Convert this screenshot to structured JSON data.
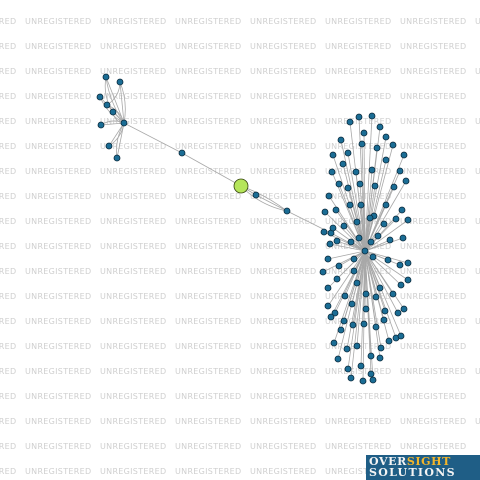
{
  "watermark": {
    "text": "UNREGISTERED",
    "color": "#cfcfcf"
  },
  "graph": {
    "edge_color": "#a8a8a8",
    "node_color": "#1b6d95",
    "node_stroke": "#0b2a3c",
    "highlight_color": "#b5e55a",
    "highlight_stroke": "#34420f"
  },
  "logo": {
    "line1": [
      {
        "text": "OVER",
        "color": "#f4f4f4"
      },
      {
        "text": "SIGHT",
        "color": "#f3b52a"
      }
    ],
    "line2": {
      "text": "SOLUTIONS",
      "color": "#f4f4f4"
    },
    "background": "#1f5e86"
  }
}
